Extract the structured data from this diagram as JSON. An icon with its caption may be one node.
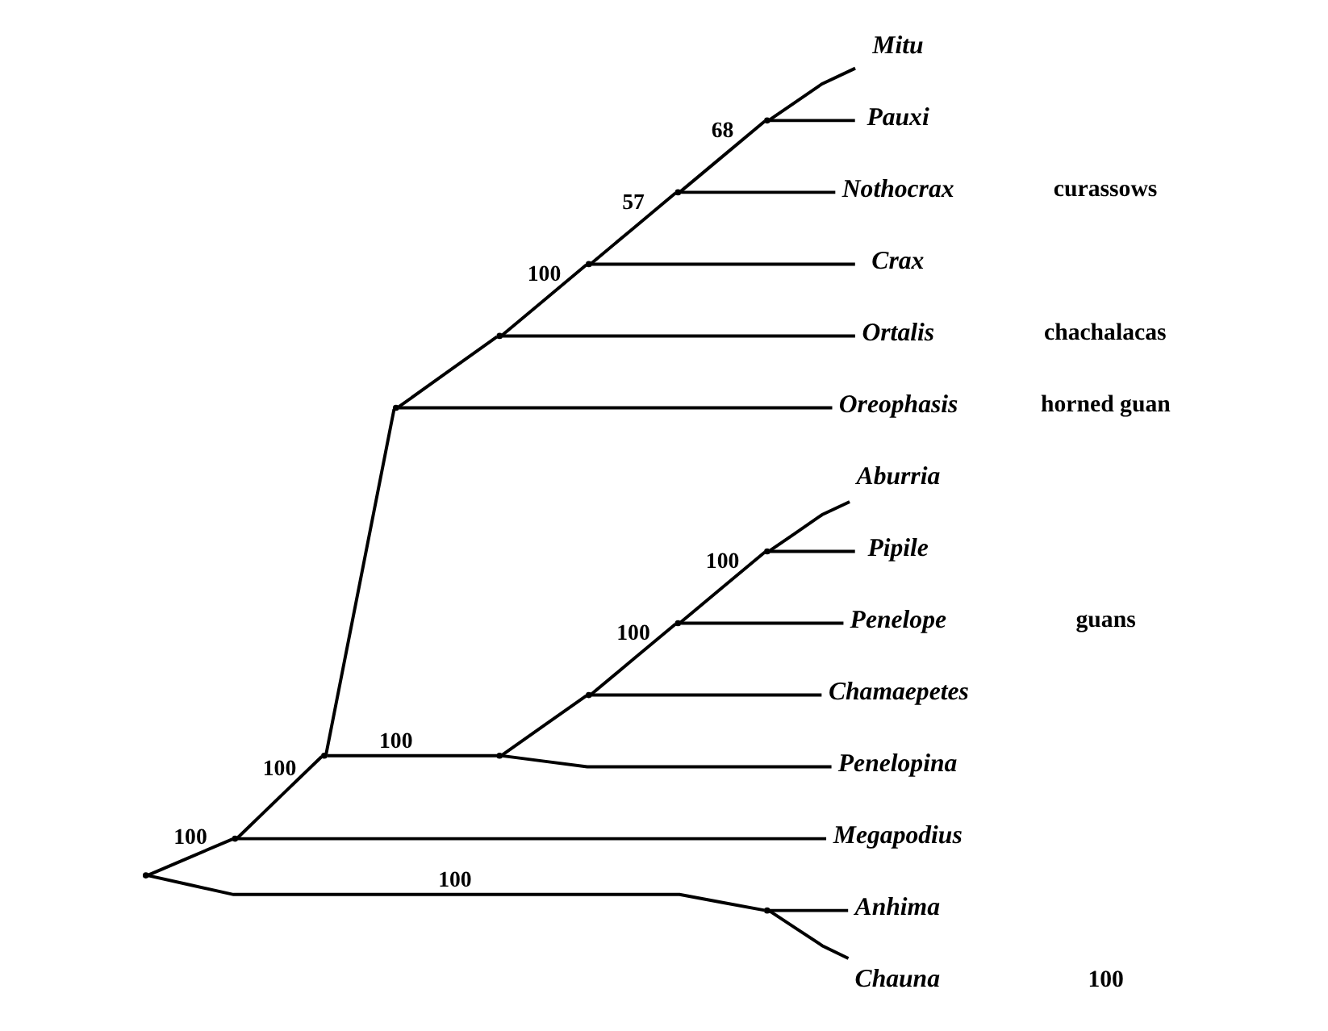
{
  "diagram": {
    "nodes": [
      {
        "text": [],
        "shape": "point"
      },
      {
        "text": [],
        "shape": "point"
      },
      {
        "text": [],
        "shape": "point"
      },
      {
        "text": [],
        "shape": "point"
      },
      {
        "text": [],
        "shape": "point"
      },
      {
        "text": [],
        "shape": "point"
      },
      {
        "text": [],
        "shape": "point"
      },
      {
        "text": [],
        "shape": "point"
      },
      {
        "text": [
          "Mitu"
        ]
      },
      {
        "text": [
          "Pauxi"
        ]
      },
      {
        "text": [
          "Nothocrax"
        ]
      },
      {
        "text": [
          "Crax"
        ]
      },
      {
        "text": [
          "Ortalis"
        ]
      },
      {
        "text": [
          "Oreophasis"
        ]
      },
      {
        "text": [],
        "shape": "point"
      },
      {
        "text": [],
        "shape": "point"
      },
      {
        "text": [],
        "shape": "point"
      },
      {
        "text": [],
        "shape": "point"
      },
      {
        "text": [
          "Aburria"
        ]
      },
      {
        "text": [
          "Pipile"
        ]
      },
      {
        "text": [
          "Penelope"
        ]
      },
      {
        "text": [
          "Chamaepetes"
        ]
      },
      {
        "text": [
          "Penelopina"
        ]
      },
      {
        "text": [
          "Megapodius"
        ]
      },
      {
        "text": [],
        "shape": "point"
      },
      {
        "text": [
          "Anhima"
        ]
      },
      {
        "text": [
          "Chauna"
        ]
      }
    ],
    "edges": [
      {
        "from": 0,
        "to": 1,
        "arrow": "none",
        "label": "100"
      },
      {
        "from": 1,
        "to": 2,
        "arrow": "none",
        "label": "100"
      },
      {
        "from": 2,
        "to": 3,
        "arrow": "none"
      },
      {
        "from": 3,
        "to": 4,
        "arrow": "none"
      },
      {
        "from": 4,
        "to": 5,
        "arrow": "none",
        "label": "100"
      },
      {
        "from": 5,
        "to": 6,
        "arrow": "none",
        "label": "57"
      },
      {
        "from": 6,
        "to": 7,
        "arrow": "none",
        "label": "68"
      },
      {
        "from": 7,
        "to": 8,
        "arrow": "none"
      },
      {
        "from": 7,
        "to": 9,
        "arrow": "none"
      },
      {
        "from": 6,
        "to": 10,
        "arrow": "none"
      },
      {
        "from": 5,
        "to": 11,
        "arrow": "none"
      },
      {
        "from": 4,
        "to": 12,
        "arrow": "none"
      },
      {
        "from": 3,
        "to": 13,
        "arrow": "none"
      },
      {
        "from": 2,
        "to": 14,
        "arrow": "none",
        "label": "100"
      },
      {
        "from": 14,
        "to": 15,
        "arrow": "none"
      },
      {
        "from": 15,
        "to": 16,
        "arrow": "none",
        "label": "100"
      },
      {
        "from": 16,
        "to": 17,
        "arrow": "none",
        "label": "100"
      },
      {
        "from": 17,
        "to": 18,
        "arrow": "none"
      },
      {
        "from": 17,
        "to": 19,
        "arrow": "none"
      },
      {
        "from": 16,
        "to": 20,
        "arrow": "none"
      },
      {
        "from": 15,
        "to": 21,
        "arrow": "none"
      },
      {
        "from": 14,
        "to": 22,
        "arrow": "none"
      },
      {
        "from": 1,
        "to": 23,
        "arrow": "none"
      },
      {
        "from": 0,
        "to": 24,
        "arrow": "none",
        "label": "100"
      },
      {
        "from": 24,
        "to": 25,
        "arrow": "none"
      },
      {
        "from": 24,
        "to": 26,
        "arrow": "none"
      }
    ],
    "labels": [
      "curassows",
      "chachalacas",
      "horned guan",
      "guans",
      "100"
    ]
  }
}
